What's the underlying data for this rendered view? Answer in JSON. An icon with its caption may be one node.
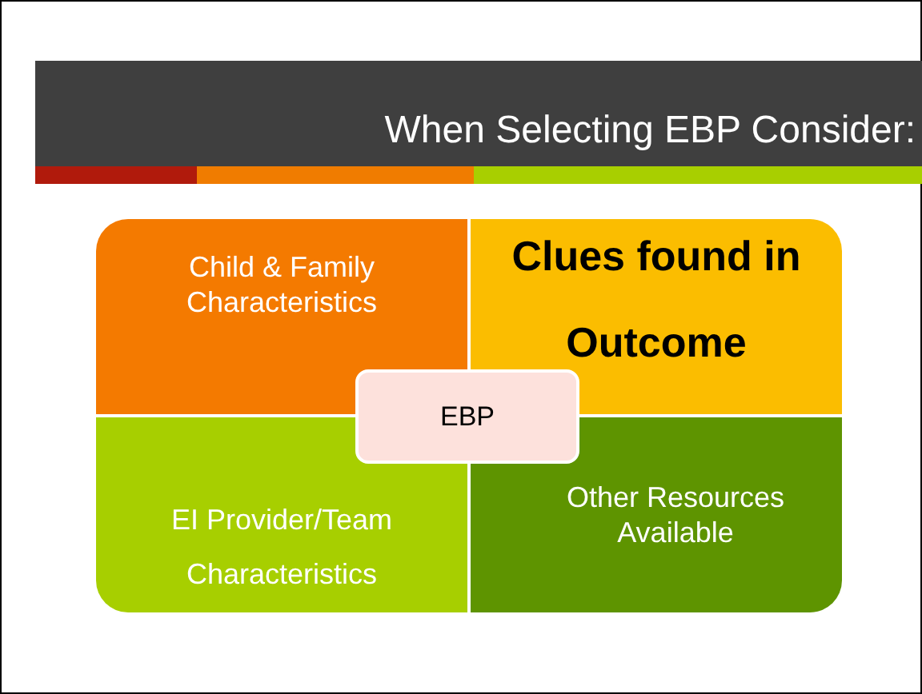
{
  "diagram": {
    "title": "When Selecting EBP Consider:",
    "nodes": [
      {
        "text": [
          "Child & Family Characteristics"
        ]
      },
      {
        "text": [
          "Clues found in Outcome"
        ]
      },
      {
        "text": [
          "EBP"
        ]
      },
      {
        "text": [
          "EI Provider/Team Characteristics"
        ]
      },
      {
        "text": [
          "Other Resources Available"
        ]
      }
    ]
  }
}
